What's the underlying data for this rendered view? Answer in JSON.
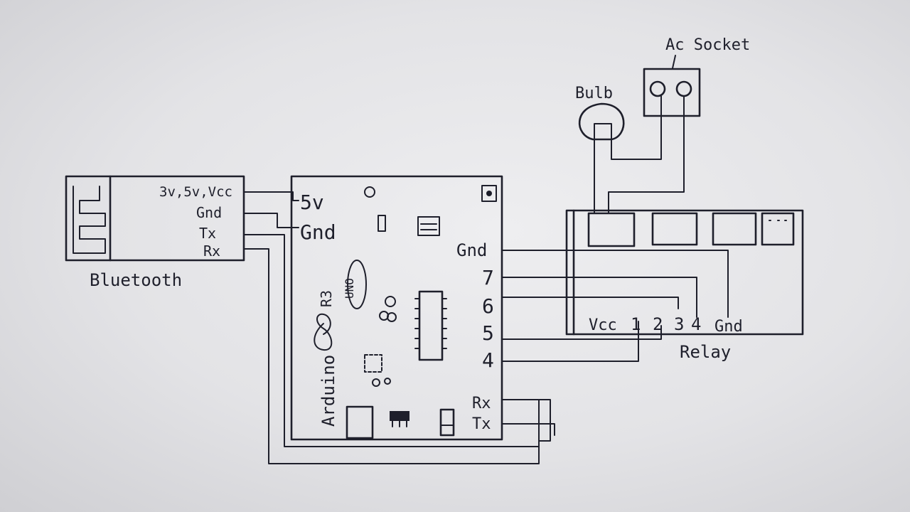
{
  "bluetooth": {
    "name": "Bluetooth",
    "pins": [
      "3v,5v,Vcc",
      "Gnd",
      "Tx",
      "Rx"
    ]
  },
  "arduino": {
    "name": "Arduino",
    "model": "UNO",
    "resistor": "R3",
    "left_pins": [
      "5v",
      "Gnd"
    ],
    "right_pins": [
      "Gnd",
      "7",
      "6",
      "5",
      "4",
      "Rx",
      "Tx"
    ]
  },
  "relay": {
    "name": "Relay",
    "pins": [
      "Vcc",
      "1",
      "2",
      "3",
      "4",
      "Gnd"
    ]
  },
  "load": {
    "bulb": "Bulb",
    "socket": "Ac Socket"
  }
}
